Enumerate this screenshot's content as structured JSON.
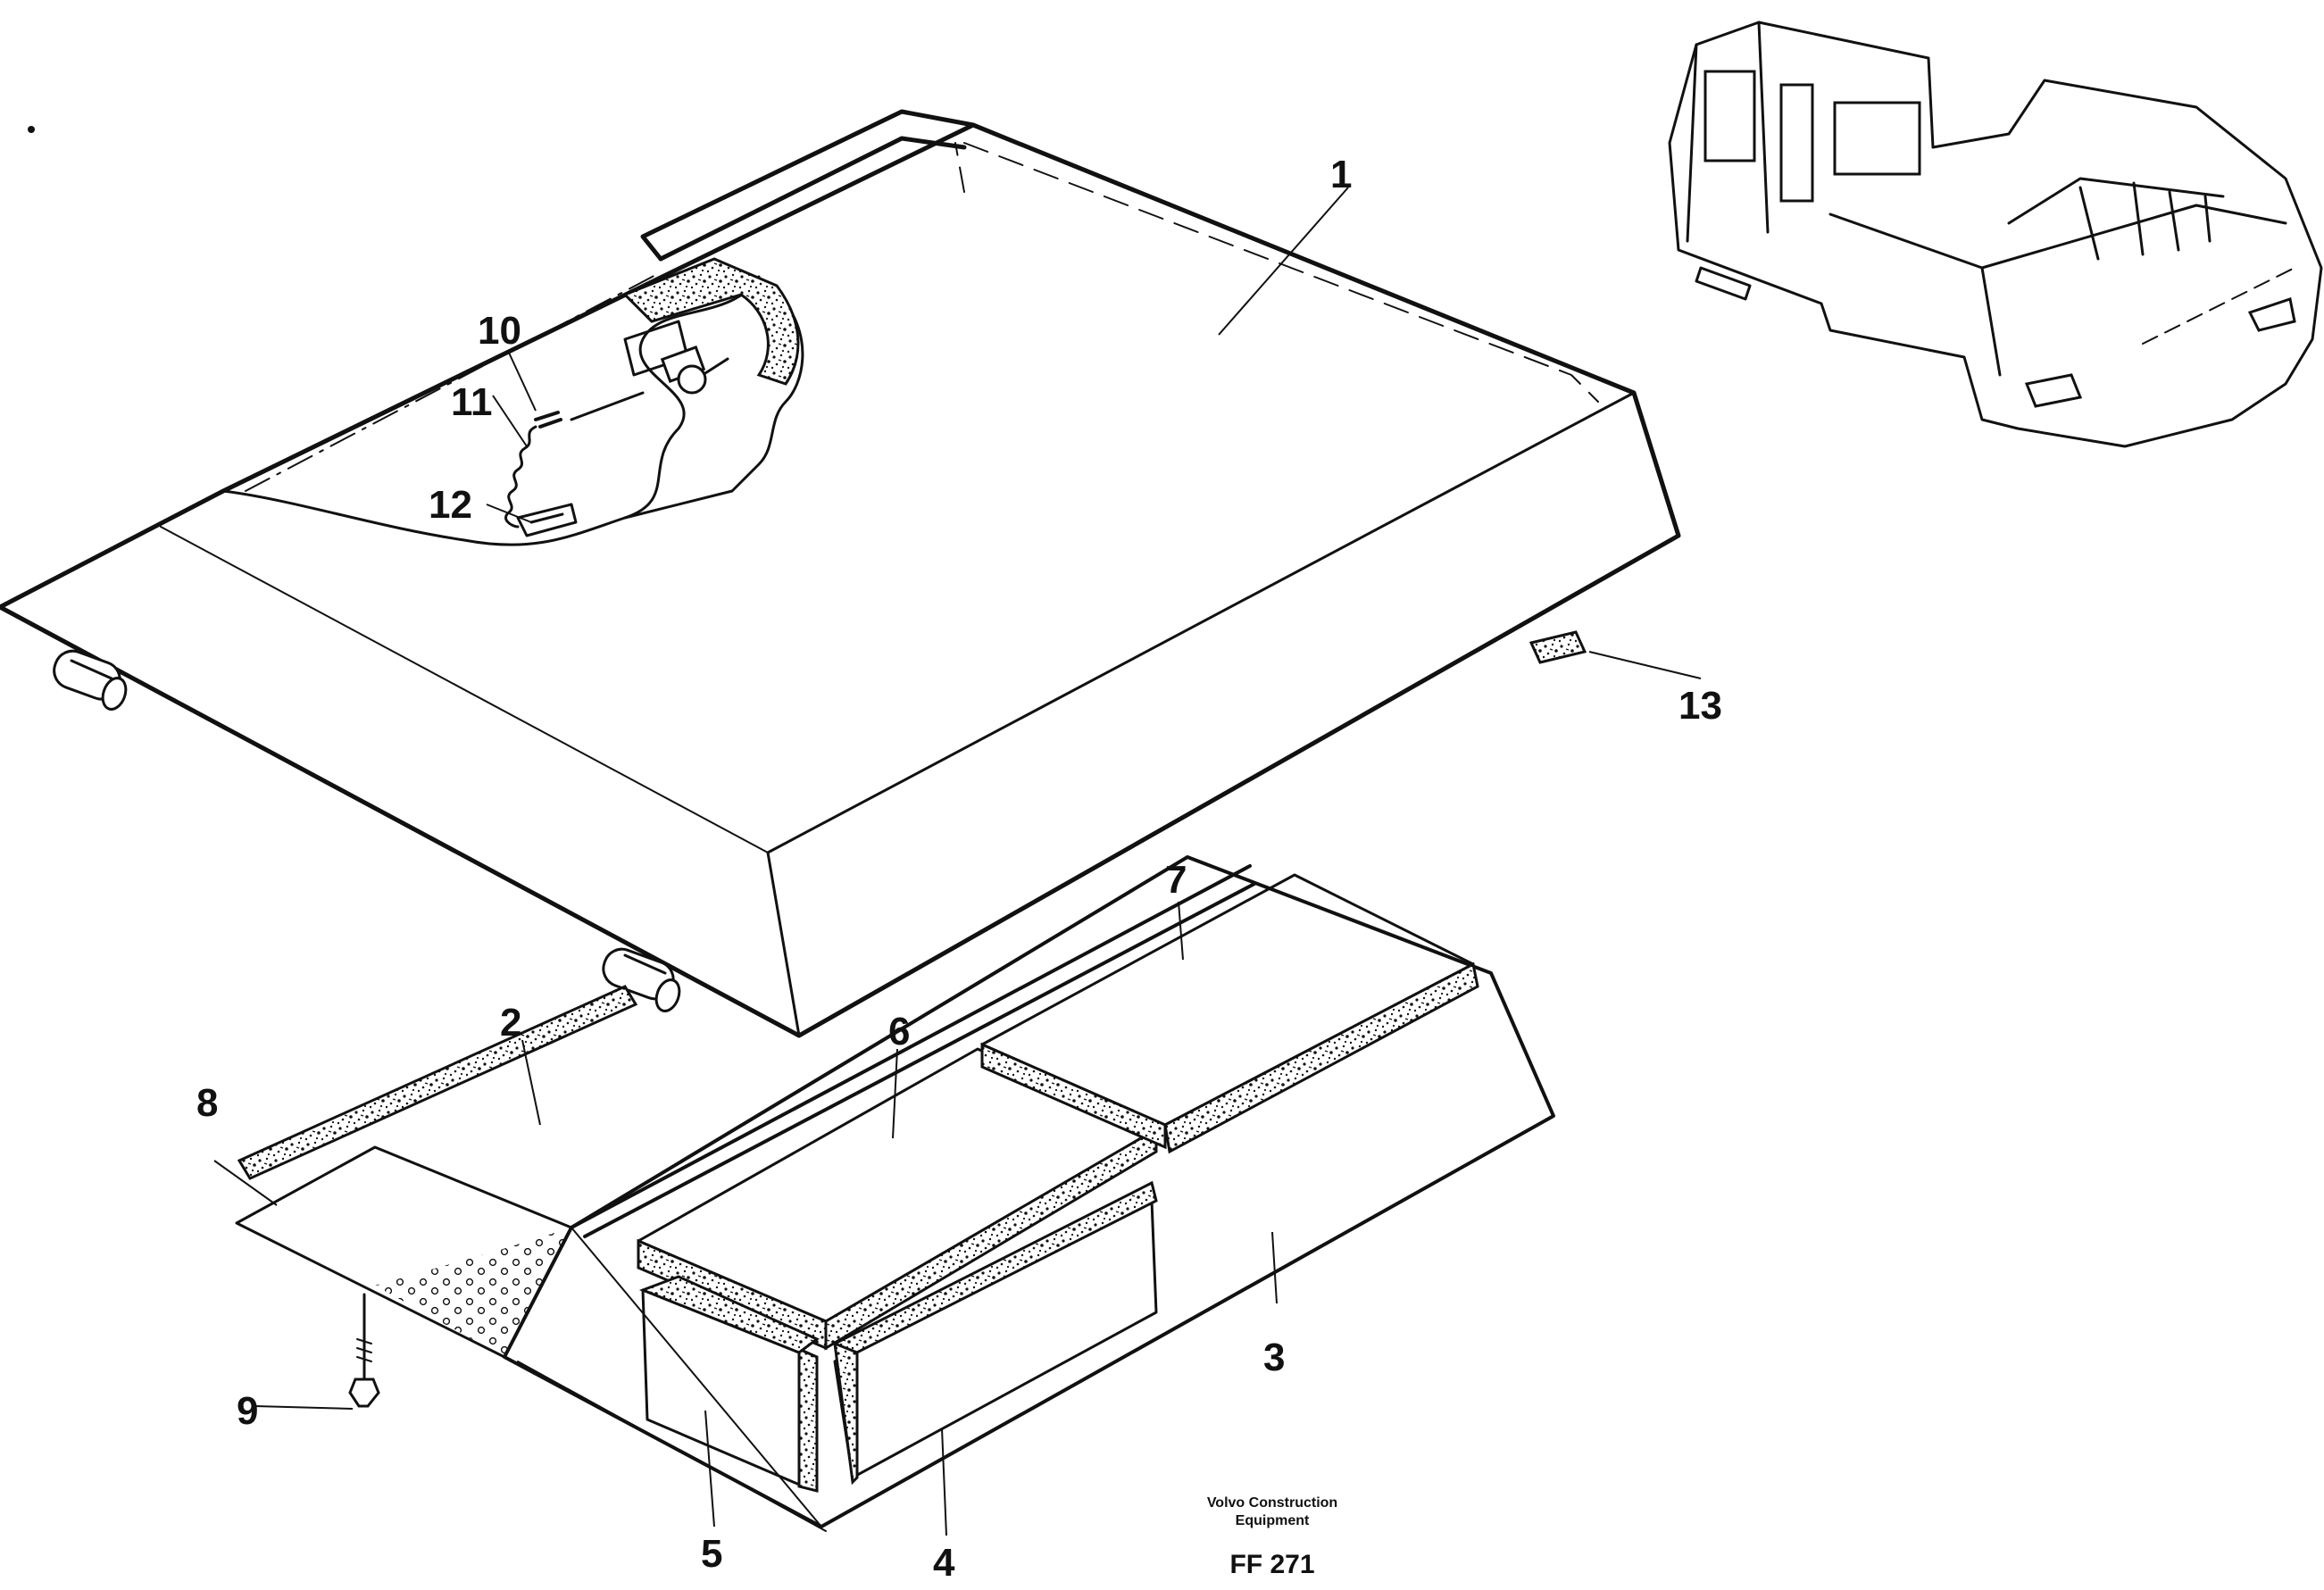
{
  "callouts": [
    "1",
    "2",
    "3",
    "4",
    "5",
    "6",
    "7",
    "8",
    "9",
    "10",
    "11",
    "12",
    "13"
  ],
  "footer": {
    "company_line1": "Volvo Construction",
    "company_line2": "Equipment",
    "drawing_code": "FF 271"
  },
  "colors": {
    "ink": "#111111",
    "paper": "#ffffff",
    "insulation_fill": "#e8e8e8"
  }
}
